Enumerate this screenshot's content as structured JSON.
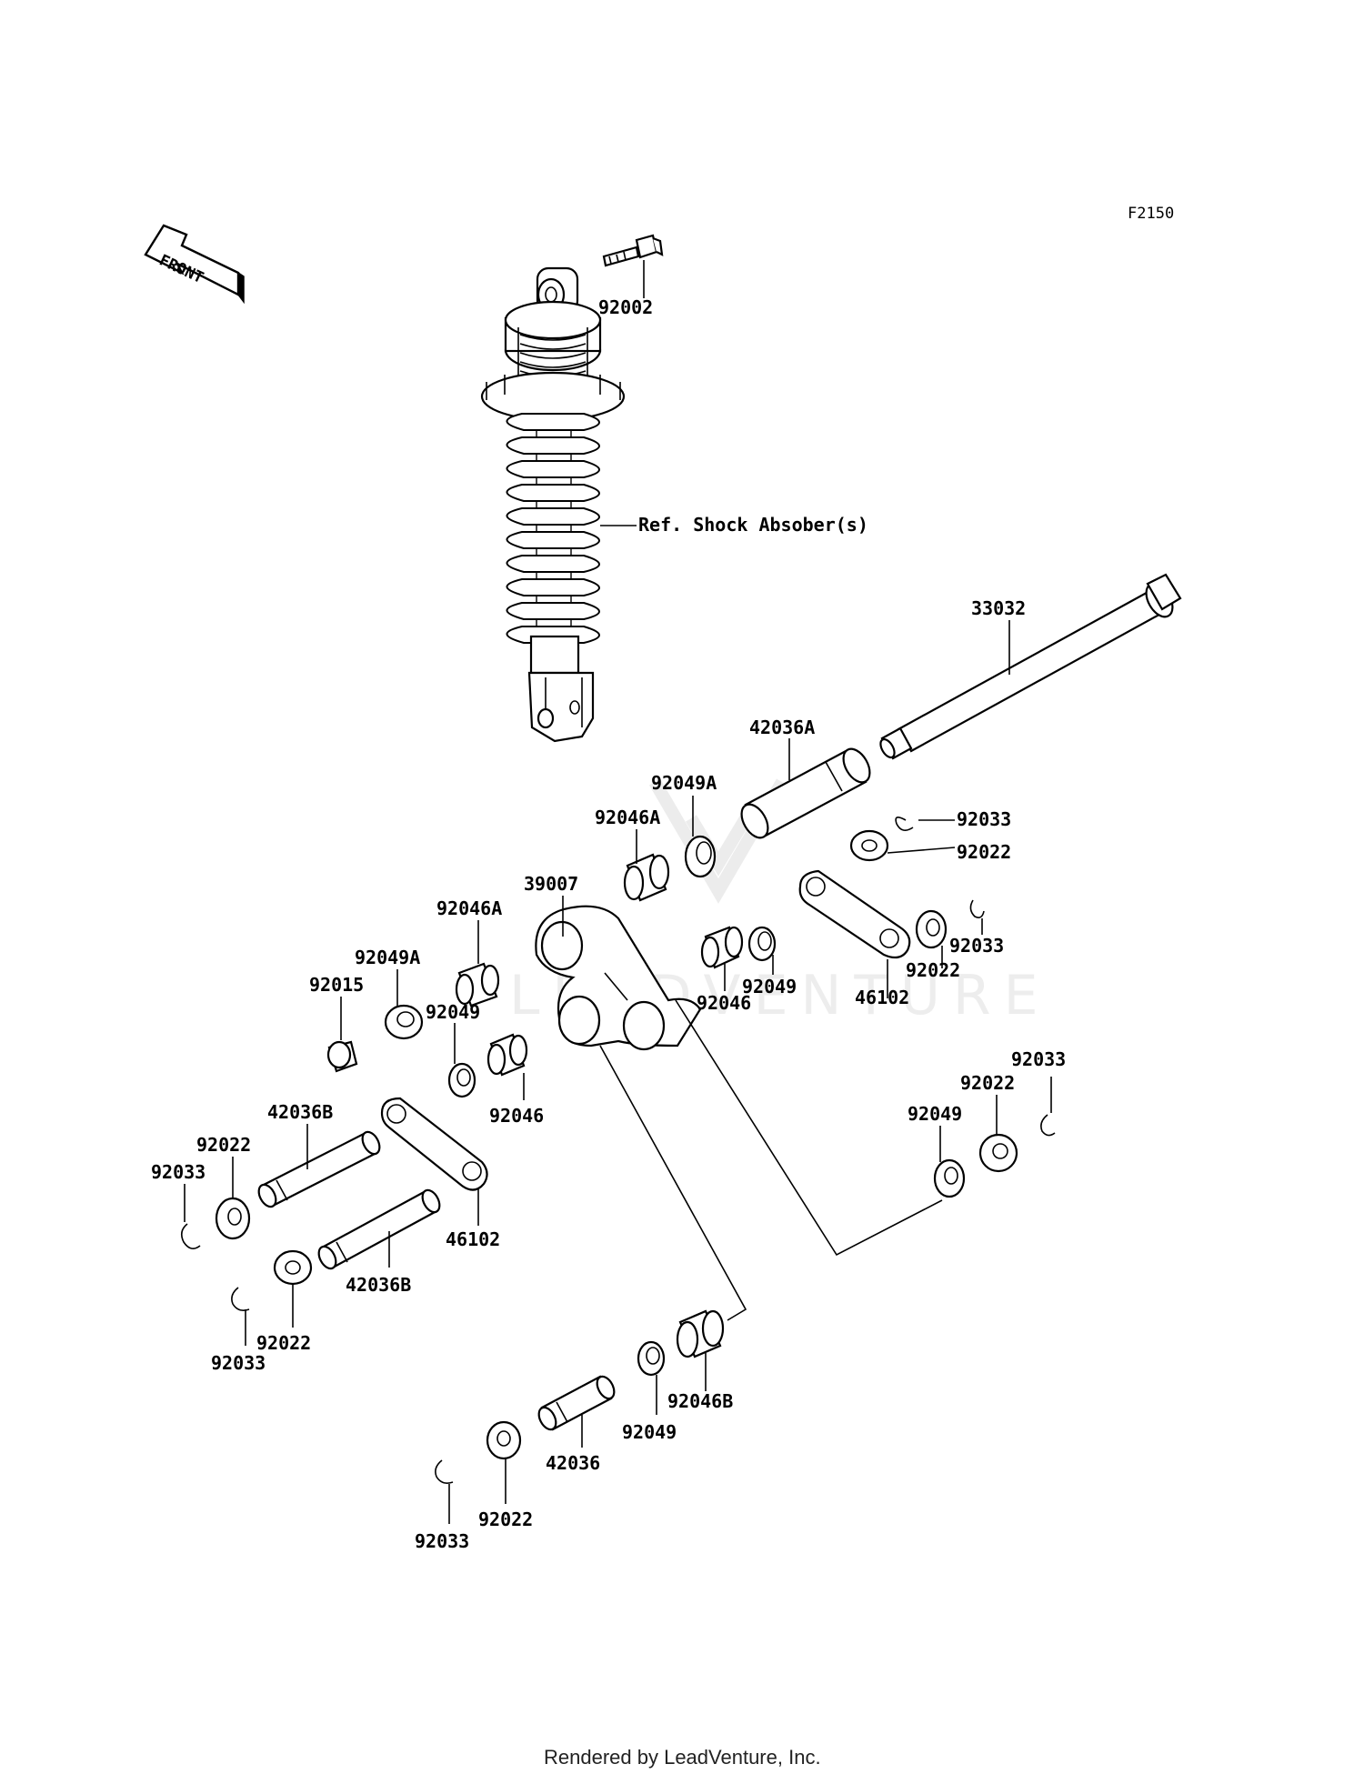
{
  "figure_code": "F2150",
  "front_label": "FRONT",
  "reference_label": "Ref. Shock Absober(s)",
  "footer": "Rendered by LeadVenture, Inc.",
  "watermark": "LEADVENTURE",
  "parts": [
    "92002",
    "33032",
    "42036A",
    "92049A",
    "92046A",
    "39007",
    "92033",
    "92022",
    "92033",
    "92046A",
    "92049A",
    "92049",
    "92046",
    "92022",
    "46102",
    "92015",
    "92049",
    "92046",
    "92033",
    "92022",
    "92049",
    "42036B",
    "92022",
    "92033",
    "46102",
    "42036B",
    "92022",
    "92033",
    "92046B",
    "92049",
    "42036",
    "92022",
    "92033"
  ]
}
